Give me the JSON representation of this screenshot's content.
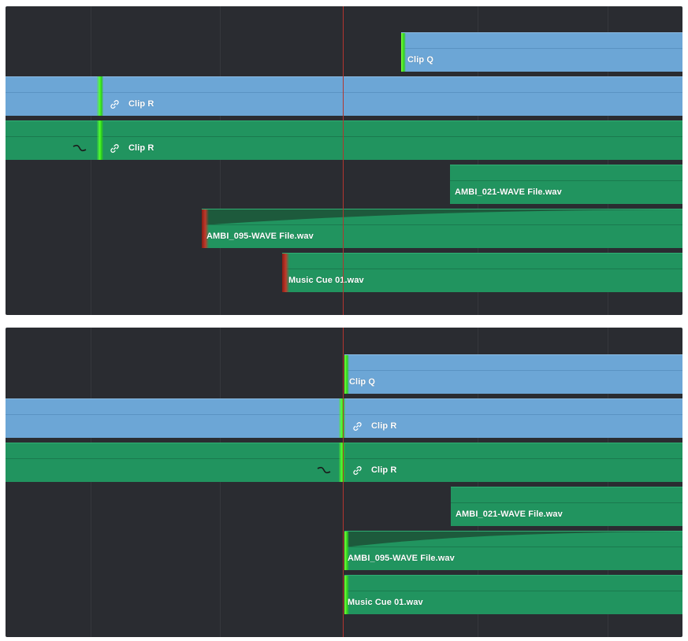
{
  "colors": {
    "panel_bg": "#2a2c31",
    "video_clip": "#6ca6d6",
    "audio_clip": "#21945f",
    "edit_point_green": "#52ff2d",
    "edit_point_red": "#c0392b",
    "playhead": "#b3362f"
  },
  "top_panel": {
    "clips": {
      "clip_q": "Clip Q",
      "clip_r_video": "Clip R",
      "clip_r_audio": "Clip R",
      "ambi_021": "AMBI_021-WAVE File.wav",
      "ambi_095": "AMBI_095-WAVE File.wav",
      "music_cue": "Music Cue 01.wav"
    }
  },
  "bottom_panel": {
    "clips": {
      "clip_q": "Clip Q",
      "clip_r_video": "Clip R",
      "clip_r_audio": "Clip R",
      "ambi_021": "AMBI_021-WAVE File.wav",
      "ambi_095": "AMBI_095-WAVE File.wav",
      "music_cue": "Music Cue 01.wav"
    }
  },
  "icons": {
    "link": "link-icon",
    "curve": "audio-curve-icon"
  }
}
